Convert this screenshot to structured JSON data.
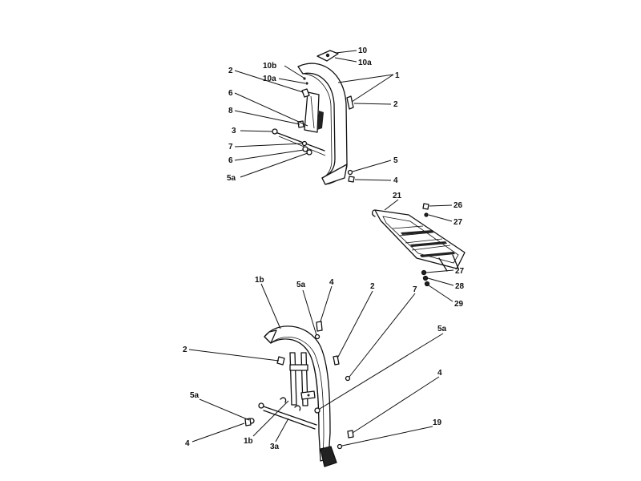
{
  "front_fender": {
    "labels": {
      "l10": "10",
      "l10a_top": "10a",
      "l10b": "10b",
      "l1": "1",
      "l2_left": "2",
      "l10a_left": "10a",
      "l6_top": "6",
      "l2_right": "2",
      "l8": "8",
      "l3": "3",
      "l7": "7",
      "l6_bottom": "6",
      "l5a": "5a",
      "l5": "5",
      "l4": "4"
    }
  },
  "rack": {
    "labels": {
      "l21": "21",
      "l26": "26",
      "l27_top": "27",
      "l27_bottom": "27",
      "l28": "28",
      "l29": "29"
    }
  },
  "rear_fender": {
    "labels": {
      "l1b_top": "1b",
      "l5a_top": "5a",
      "l4_top": "4",
      "l2_top": "2",
      "l7": "7",
      "l5a_right": "5a",
      "l2_left": "2",
      "l4_right": "4",
      "l5a_left": "5a",
      "l19": "19",
      "l4_left": "4",
      "l1b_bottom": "1b",
      "l3a": "3a"
    }
  }
}
